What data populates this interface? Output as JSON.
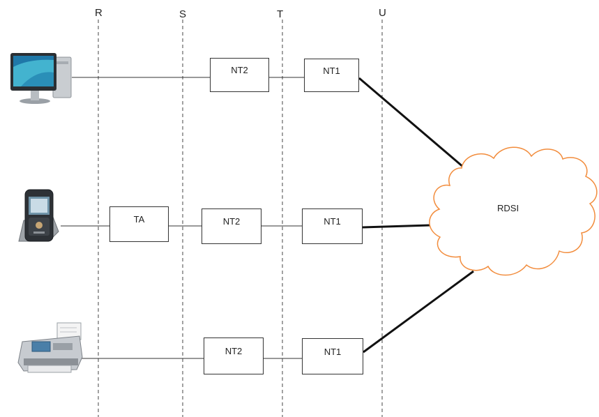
{
  "interfaces": [
    "R",
    "S",
    "T",
    "U"
  ],
  "devices": [
    {
      "name": "computer-icon"
    },
    {
      "name": "phone-icon"
    },
    {
      "name": "fax-icon"
    }
  ],
  "rows": [
    {
      "boxes": [
        "NT2",
        "NT1"
      ]
    },
    {
      "boxes": [
        "TA",
        "NT2",
        "NT1"
      ]
    },
    {
      "boxes": [
        "NT2",
        "NT1"
      ]
    }
  ],
  "network": {
    "label": "RDSI",
    "outline_color": "#f28c3c"
  }
}
